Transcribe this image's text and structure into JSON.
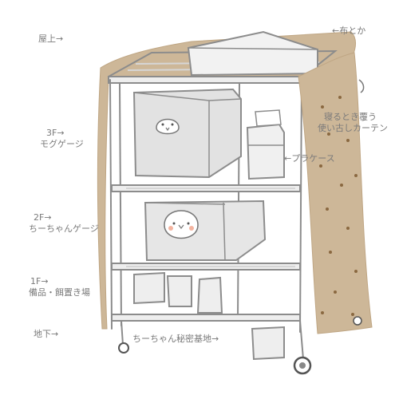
{
  "floor_labels": {
    "roof": "屋上→",
    "floor3": {
      "line1": "3F→",
      "line2": "モグゲージ"
    },
    "floor2": {
      "line1": "2F→",
      "line2": "ちーちゃんゲージ"
    },
    "floor1": {
      "line1": "1F→",
      "line2": "備品・餌置き場"
    },
    "basement": "地下→"
  },
  "annotations": {
    "cloth": "←布とか",
    "curtain": {
      "line1": "寝るとき覆う",
      "line2": "使い古しカーテン"
    },
    "plastic_case": "←プラケース",
    "secret_base": "ちーちゃん秘密基地→"
  },
  "colors": {
    "curtain": "#cdb798",
    "curtain_dots": "#8a6840",
    "frame": "#8c8c8c",
    "shelf_fill": "#e6e6e6",
    "label_text": "#7a7a7a"
  }
}
